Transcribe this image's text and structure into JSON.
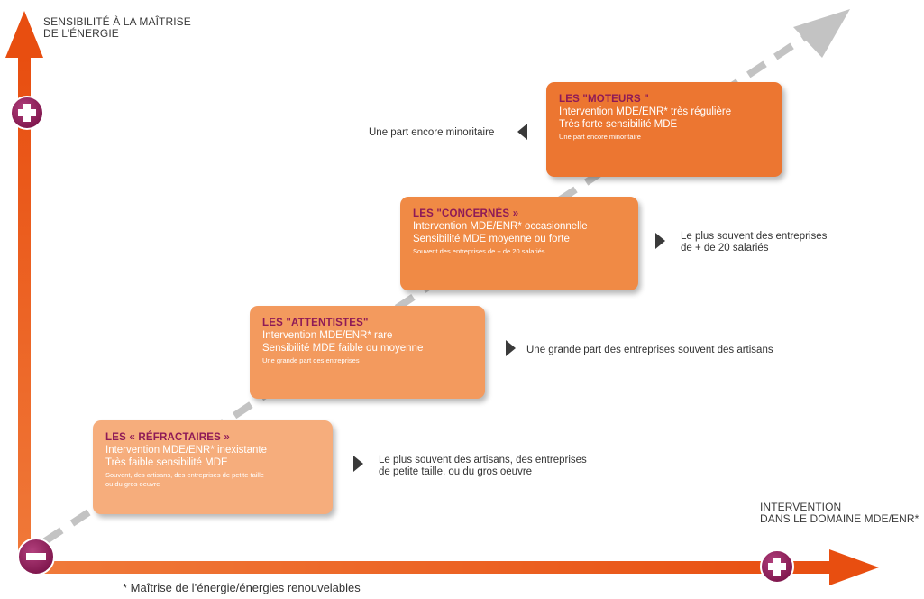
{
  "axes": {
    "y_label_line1": "SENSIBILITÉ À LA MAÎTRISE",
    "y_label_line2": "DE L’ÉNERGIE",
    "x_label_line1": "INTERVENTION",
    "x_label_line2": "DANS LE DOMAINE MDE/ENR*"
  },
  "levels": [
    {
      "title": "LES « RÉFRACTAIRES »",
      "line1": "Intervention MDE/ENR* inexistante",
      "line2": "Très faible sensibilité MDE",
      "small1": "Souvent, des artisans, des entreprises de petite taille",
      "small2": "ou du gros oeuvre",
      "note_line1": "Le plus souvent des artisans, des entreprises",
      "note_line2": "de petite taille, ou du gros oeuvre",
      "color": "#f6ad7c"
    },
    {
      "title": "LES \"ATTENTISTES\"",
      "line1": "Intervention MDE/ENR* rare",
      "line2": "Sensibilité MDE faible ou moyenne",
      "small1": "Une grande part des entreprises",
      "note_line1": "Une grande part  des entreprises  souvent des artisans",
      "color": "#f39a5e"
    },
    {
      "title": "LES \"CONCERNÉS »",
      "line1": "Intervention MDE/ENR* occasionnelle",
      "line2": "Sensibilité MDE moyenne ou forte",
      "small1": "Souvent des entreprises de + de 20 salariés",
      "note_line1": "Le plus souvent des entreprises",
      "note_line2": "de + de 20 salariés",
      "color": "#f08a45"
    },
    {
      "title": "LES \"MOTEURS \"",
      "line1": "Intervention MDE/ENR* très régulière",
      "line2": "Très forte sensibilité MDE",
      "small1": "Une part encore minoritaire",
      "note_line1": "Une part encore minoritaire",
      "color": "#ec7631"
    }
  ],
  "footnote": "* Maîtrise de l’énergie/énergies renouvelables",
  "colors": {
    "axis": "#ea5a1c",
    "sign_circle": "#8e1a57",
    "dashed_arrow": "#c3c3c3"
  }
}
